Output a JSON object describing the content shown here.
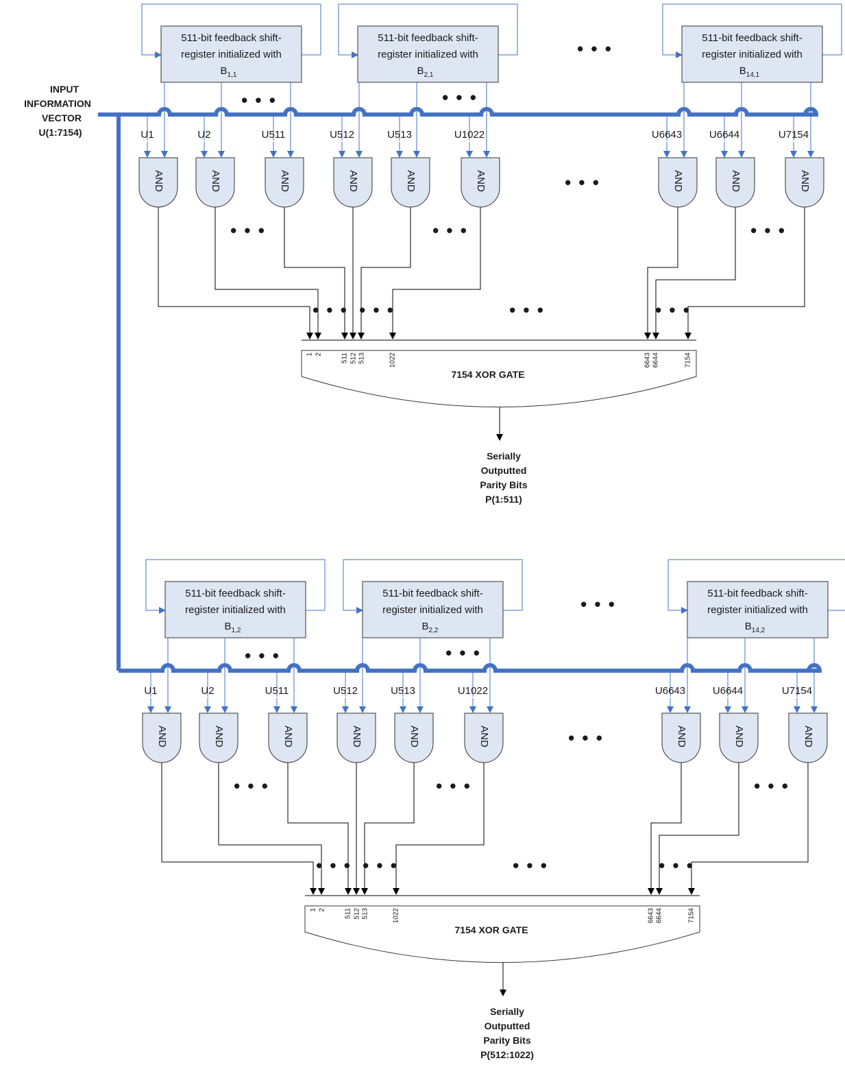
{
  "input": {
    "line1": "INPUT",
    "line2": "INFORMATION",
    "line3": "VECTOR",
    "line4": "U(1:7154)"
  },
  "register": {
    "line1": "511-bit feedback shift-",
    "line2": "register initialized with",
    "prefix": "B"
  },
  "and_label": "AND",
  "dots": "• • •",
  "blocks": [
    {
      "registers": [
        {
          "sub": "1,1"
        },
        {
          "sub": "2,1"
        },
        {
          "sub": "14,1"
        }
      ],
      "u_labels": [
        "U1",
        "U2",
        "U511",
        "U512",
        "U513",
        "U1022",
        "U6643",
        "U6644",
        "U7154"
      ],
      "pin_labels": [
        "1",
        "2",
        "511",
        "512",
        "513",
        "1022",
        "6643",
        "6644",
        "7154"
      ],
      "xor_title": "7154 XOR GATE",
      "output": {
        "line1": "Serially",
        "line2": "Outputted",
        "line3": "Parity Bits",
        "line4": "P(1:511)"
      }
    },
    {
      "registers": [
        {
          "sub": "1,2"
        },
        {
          "sub": "2,2"
        },
        {
          "sub": "14,2"
        }
      ],
      "u_labels": [
        "U1",
        "U2",
        "U511",
        "U512",
        "U513",
        "U1022",
        "U6643",
        "U6644",
        "U7154"
      ],
      "pin_labels": [
        "1",
        "2",
        "511",
        "512",
        "513",
        "1022",
        "6643",
        "6644",
        "7154"
      ],
      "xor_title": "7154 XOR GATE",
      "output": {
        "line1": "Serially",
        "line2": "Outputted",
        "line3": "Parity Bits",
        "line4": "P(512:1022)"
      }
    }
  ],
  "colors": {
    "bus": "#4472c4",
    "wire_blue": "#4472c4",
    "wire_black": "#000000",
    "fill": "#dde6f2",
    "stroke": "#333333"
  }
}
